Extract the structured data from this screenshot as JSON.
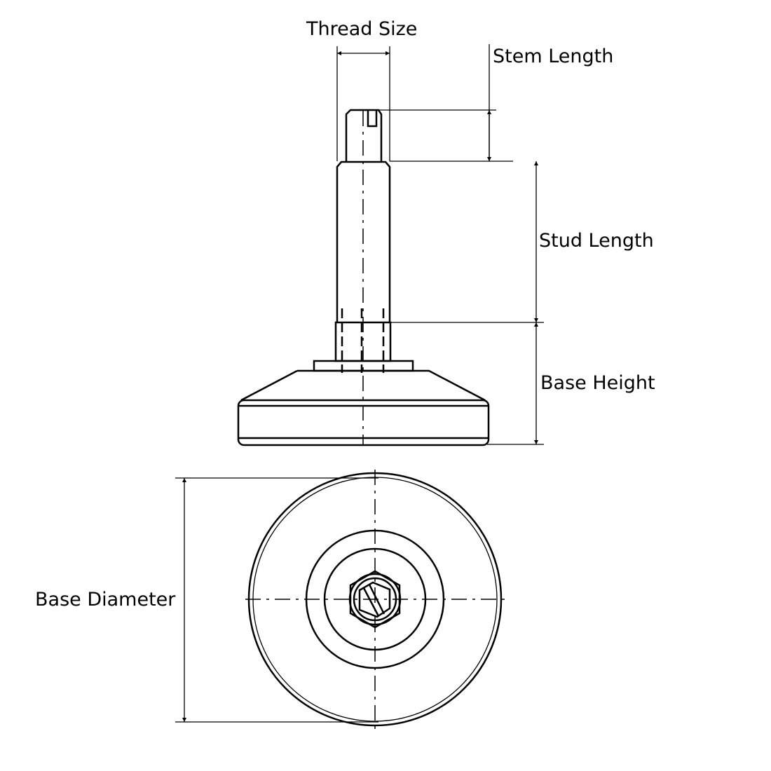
{
  "labels": {
    "thread_size": "Thread Size",
    "stem_length": "Stem Length",
    "stud_length": "Stud Length",
    "base_height": "Base Height",
    "base_diameter": "Base Diameter"
  },
  "colors": {
    "line": "#000000",
    "background": "#ffffff"
  }
}
